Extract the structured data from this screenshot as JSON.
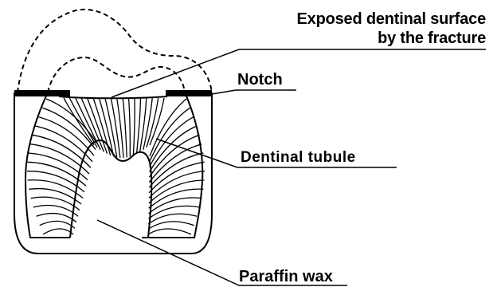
{
  "labels": {
    "exposed_line1": "Exposed dentinal surface",
    "exposed_line2": "by the fracture",
    "notch": "Notch",
    "dentinal_tubule": "Dentinal tubule",
    "paraffin_wax": "Paraffin wax"
  },
  "colors": {
    "ink": "#000000",
    "background": "#ffffff"
  }
}
